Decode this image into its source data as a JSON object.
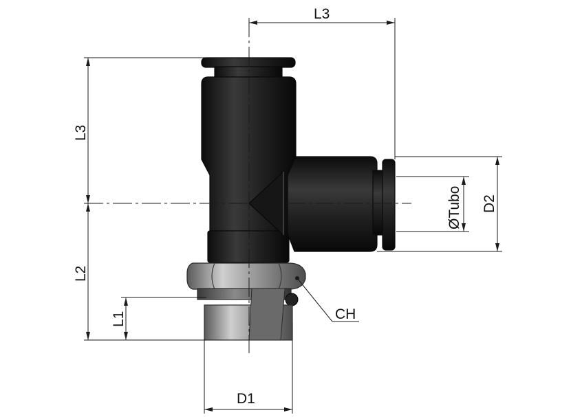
{
  "labels": {
    "l3_top": "L3",
    "l3_left": "L3",
    "l2": "L2",
    "l1": "L1",
    "d1": "D1",
    "d2": "D2",
    "tube": "ØTubo",
    "ch": "CH"
  },
  "colors": {
    "body": "#1c1c1c",
    "metal": "#9a9a9a",
    "line": "#1a1a1a"
  }
}
